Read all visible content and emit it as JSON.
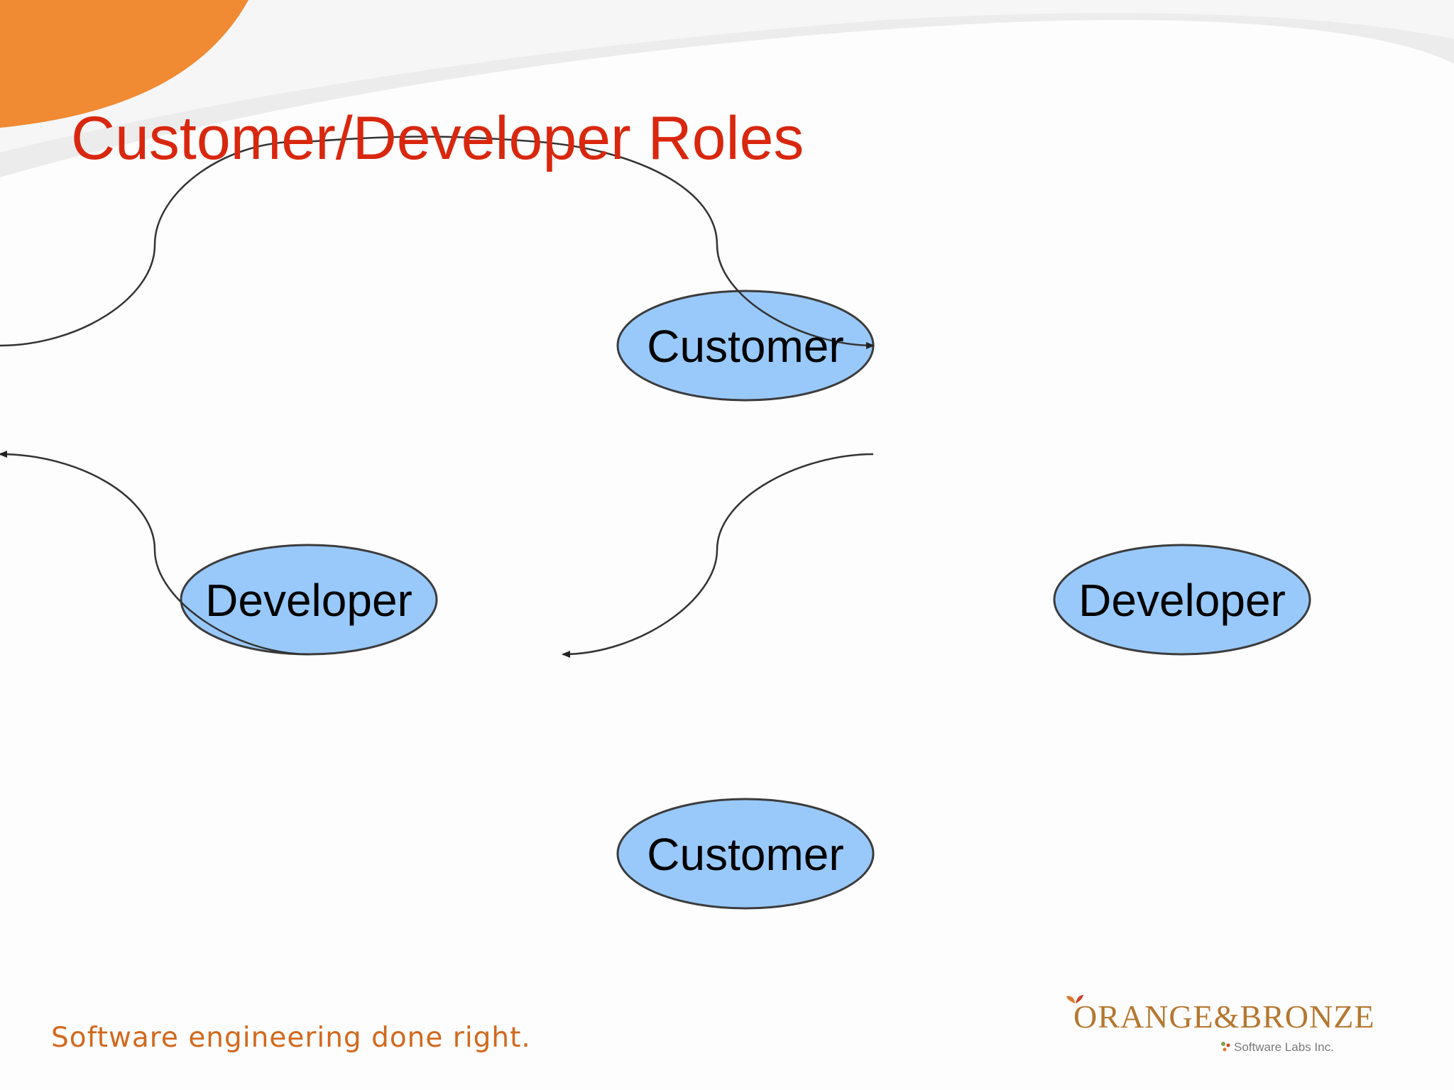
{
  "slide": {
    "title": "Customer/Developer Roles",
    "tagline": "Software engineering done right."
  },
  "logo": {
    "wordmark": "ORANGE&BRONZE",
    "subtitle": "Software Labs Inc."
  },
  "diagram": {
    "nodes": [
      {
        "id": "customer-top",
        "label": "Customer"
      },
      {
        "id": "developer-left",
        "label": "Developer"
      },
      {
        "id": "developer-right",
        "label": "Developer"
      },
      {
        "id": "customer-bottom",
        "label": "Customer"
      }
    ]
  },
  "colors": {
    "title": "#d9270f",
    "tagline": "#d2691e",
    "node_fill": "#99c9fb",
    "node_stroke": "#3c3c3c",
    "arrow": "#333333",
    "accent_orange": "#f08a33"
  }
}
